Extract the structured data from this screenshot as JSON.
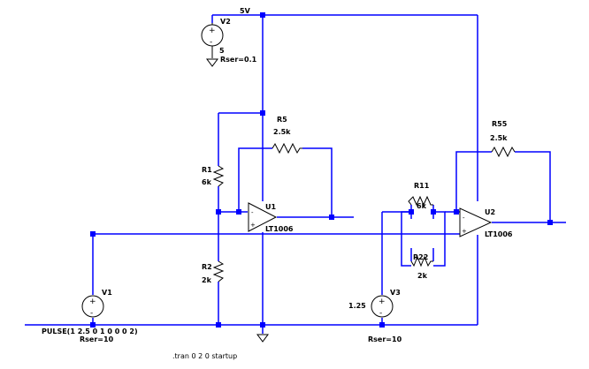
{
  "colors": {
    "wire": "#0000ff",
    "component": "#000000",
    "background": "#ffffff"
  },
  "supply_label": "5V",
  "sources": {
    "v2": {
      "name": "V2",
      "value": "5",
      "rser": "Rser=0.1"
    },
    "v1": {
      "name": "V1",
      "value": "PULSE(1 2.5 0 1 0 0 0 2)",
      "rser": "Rser=10"
    },
    "v3": {
      "name": "V3",
      "value": "1.25",
      "rser": "Rser=10"
    }
  },
  "resistors": {
    "r5": {
      "name": "R5",
      "value": "2.5k"
    },
    "r1": {
      "name": "R1",
      "value": "6k"
    },
    "r2": {
      "name": "R2",
      "value": "2k"
    },
    "r11": {
      "name": "R11",
      "value": "6k"
    },
    "r22": {
      "name": "R22",
      "value": "2k"
    },
    "r55": {
      "name": "R55",
      "value": "2.5k"
    }
  },
  "opamps": {
    "u1": {
      "name": "U1",
      "model": "LT1006"
    },
    "u2": {
      "name": "U2",
      "model": "LT1006"
    }
  },
  "directive": ".tran 0 2 0 startup",
  "icons": [
    "voltage-source-icon",
    "ground-icon",
    "resistor-icon",
    "opamp-icon"
  ]
}
